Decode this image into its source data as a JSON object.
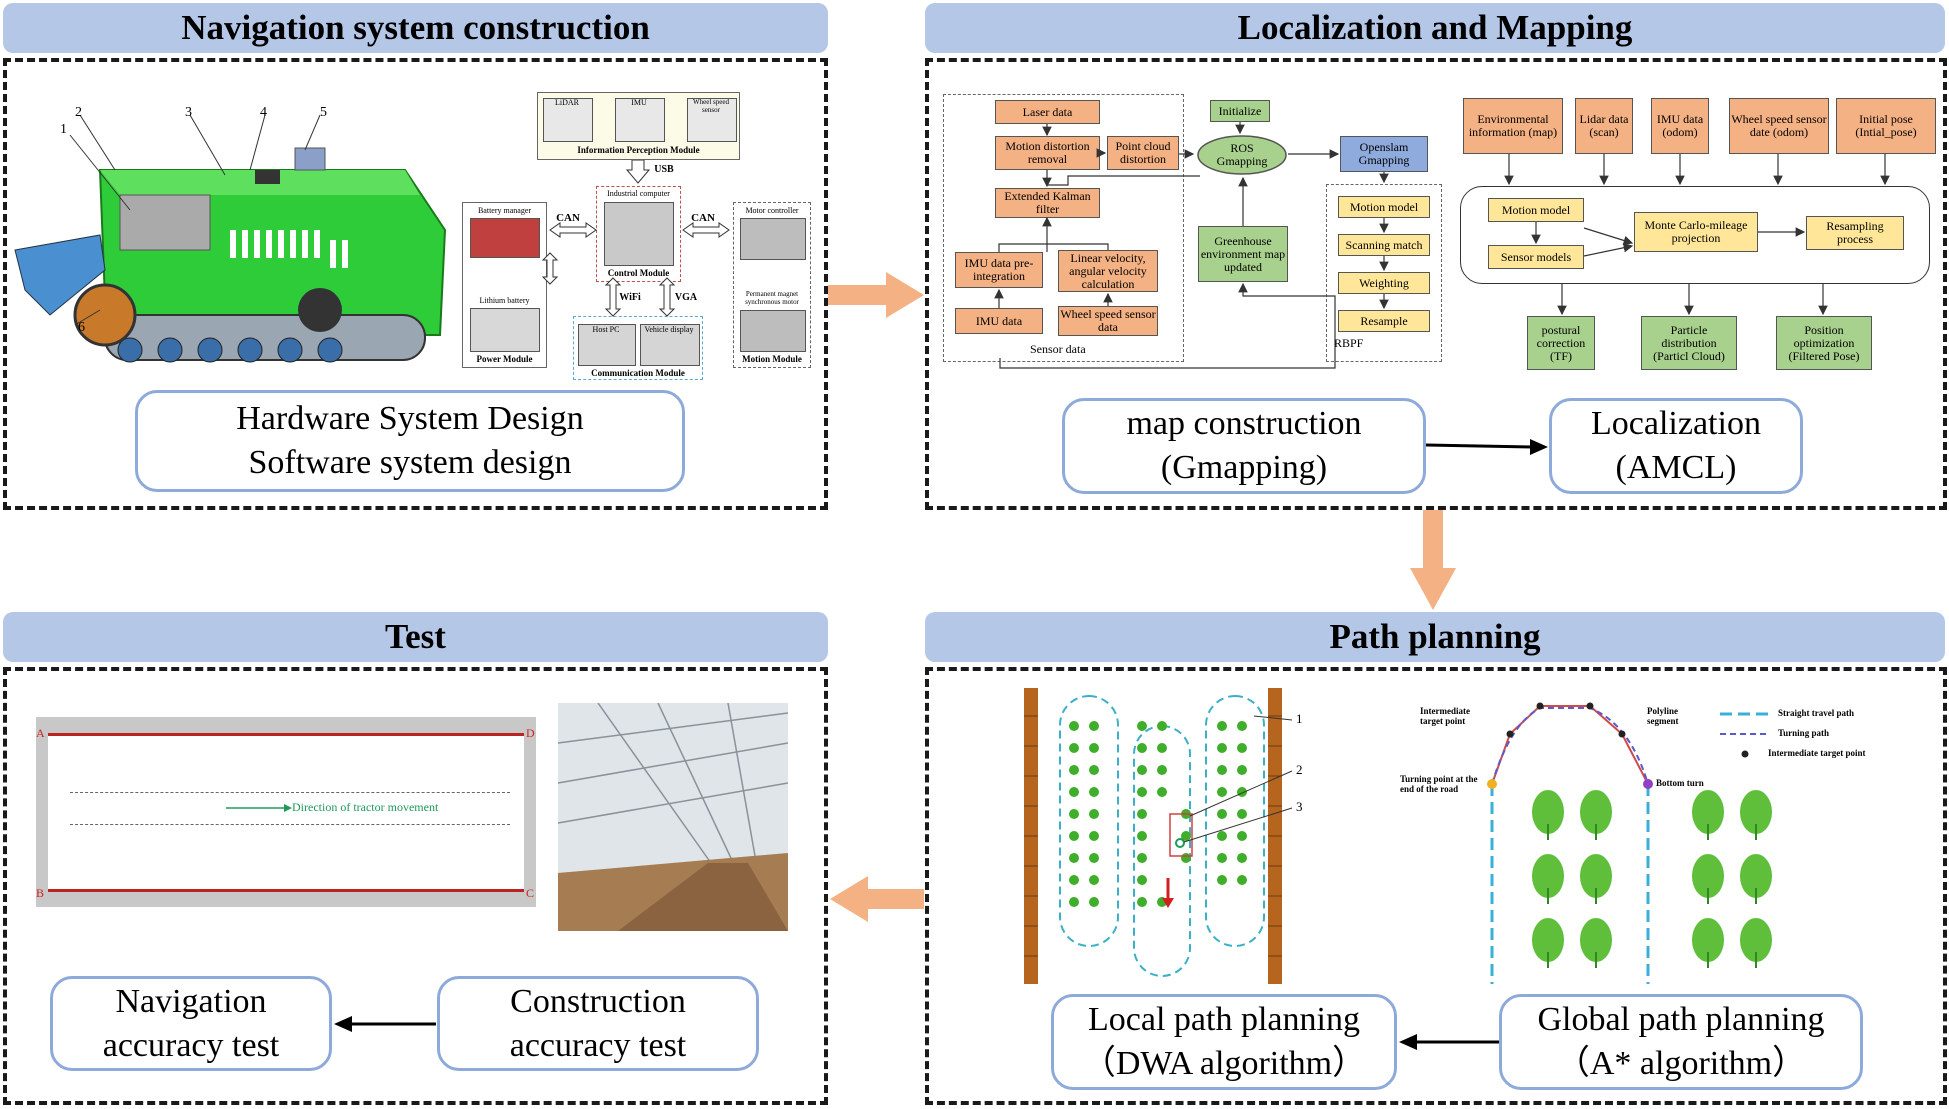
{
  "headers": {
    "nav": "Navigation system construction",
    "loc": "Localization and Mapping",
    "test": "Test",
    "path": "Path planning"
  },
  "nav": {
    "caption_1": "Hardware System Design",
    "caption_2": "Software system design",
    "robot_labels": [
      "1",
      "2",
      "3",
      "4",
      "5",
      "6"
    ],
    "hw": {
      "lidar": "LiDAR",
      "imu": "IMU",
      "wheel_sensor": "Wheel speed sensor",
      "perception": "Information Perception Module",
      "usb": "USB",
      "can_left": "CAN",
      "can_right": "CAN",
      "industrial": "Industrial computer",
      "control": "Control Module",
      "battery_mgr": "Battery manager",
      "lithium": "Lithium battery",
      "power": "Power Module",
      "motor_ctrl": "Motor controller",
      "pmsm": "Permanent magnet synchronous motor",
      "motion": "Motion Module",
      "wifi": "WiFi",
      "vga": "VGA",
      "host_pc": "Host PC",
      "vehicle_display": "Vehicle display",
      "communication": "Communication Module"
    }
  },
  "loc": {
    "laser": "Laser data",
    "motion_distortion": "Motion distortion removal",
    "point_cloud": "Point cloud distortion",
    "ekf": "Extended Kalman filter",
    "imu_pre": "IMU data pre-integration",
    "linear_velocity": "Linear velocity, angular velocity calculation",
    "imu_data": "IMU data",
    "wheel_data": "Wheel speed sensor data",
    "sensor_data": "Sensor data",
    "initialize": "Initialize",
    "ros_gmapping": "ROS Gmapping",
    "openslam": "Openslam Gmapping",
    "greenhouse": "Greenhouse environment map updated",
    "motion_model": "Motion model",
    "scanning": "Scanning match",
    "weighting": "Weighting",
    "resample": "Resample",
    "rbpf": "RBPF",
    "env_info": "Environmental information (map)",
    "lidar_scan": "Lidar data (scan)",
    "imu_odom": "IMU data (odom)",
    "wheel_odom": "Wheel speed sensor date (odom)",
    "initial_pose": "Initial pose (Intial_pose)",
    "amcl_motion": "Motion model",
    "amcl_sensor": "Sensor models",
    "monte_carlo": "Monte Carlo-mileage projection",
    "resampling": "Resampling process",
    "postural": "postural correction (TF)",
    "particle": "Particle distribution (Particl Cloud)",
    "position_opt": "Position optimization (Filtered Pose)",
    "cap_map_1": "map construction",
    "cap_map_2": "(Gmapping)",
    "cap_loc_1": "Localization",
    "cap_loc_2": "(AMCL)"
  },
  "test": {
    "corners": [
      "A",
      "D",
      "B",
      "C"
    ],
    "direction": "Direction of tractor movement",
    "cap_nav_1": "Navigation",
    "cap_nav_2": "accuracy test",
    "cap_con_1": "Construction",
    "cap_con_2": "accuracy test"
  },
  "path": {
    "markers": [
      "1",
      "2",
      "3"
    ],
    "intermediate": "Intermediate target point",
    "polyline": "Polyline segment",
    "turning_end": "Turning point at the end of the road",
    "bottom_turn": "Bottom turn",
    "legend_straight": "Straight travel path",
    "legend_turning": "Turning path",
    "legend_intermediate": "Intermediate target point",
    "cap_local_1": "Local path planning",
    "cap_local_2": "（DWA algorithm）",
    "cap_global_1": "Global path planning",
    "cap_global_2": "（A* algorithm）"
  },
  "colors": {
    "header_bg": "#b4c7e7",
    "arrow": "#f4b183",
    "orange_box": "#f4b183",
    "yellow_box": "#ffe699",
    "green_box": "#a9d18e",
    "blue_box": "#8faadc",
    "caption_border": "#8eaadb"
  }
}
